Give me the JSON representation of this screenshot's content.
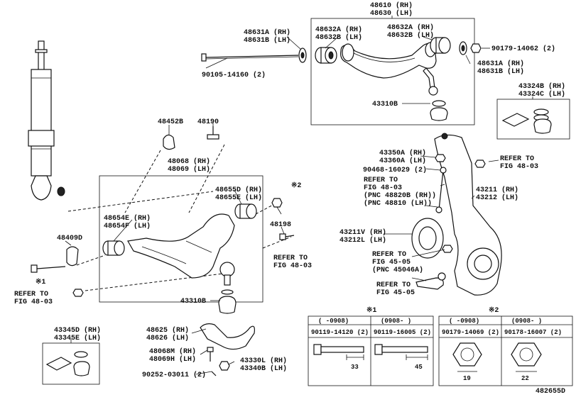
{
  "labels": {
    "p48610": "48610 (RH)",
    "p48630": "48630 (LH)",
    "p48631a_tl": "48631A (RH)",
    "p48631b_tl": "48631B (LH)",
    "p48632a_l": "48632A (RH)",
    "p48632b_l": "48632B (LH)",
    "p48632a_r": "48632A (RH)",
    "p48632b_r": "48632B (LH)",
    "p90179_14062": "90179-14062 (2)",
    "p48631a_r": "48631A (RH)",
    "p48631b_r": "48631B (LH)",
    "p90105_14160": "90105-14160 (2)",
    "p43310b_top": "43310B",
    "p43324b": "43324B (RH)",
    "p43324c": "43324C (LH)",
    "p48452b": "48452B",
    "p48190": "48190",
    "p48068": "48068 (RH)",
    "p48069": "48069 (LH)",
    "p43350a": "43350A (RH)",
    "p43360a": "43360A (LH)",
    "p90468": "90468-16029 (2)",
    "ref_fig_48_03_a1": "REFER TO",
    "ref_fig_48_03_a2": "FIG 48-03",
    "ref_fig_48_03_b1": "REFER TO",
    "ref_fig_48_03_b2": "FIG 48-03",
    "pnc_48820b": "(PNC 48820B (RH))",
    "pnc_48810": "(PNC 48810 (LH))",
    "p43211": "43211 (RH)",
    "p43212": "43212 (LH)",
    "p48655d": "48655D (RH)",
    "p48655e": "48655E (LH)",
    "mark2_small": "※2",
    "p48654e": "48654E (RH)",
    "p48654f": "48654F (LH)",
    "p48198": "48198",
    "p48409d": "48409D",
    "ref_fig_48_03_c1": "REFER TO",
    "ref_fig_48_03_c2": "FIG 48-03",
    "mark1_small": "※1",
    "ref_fig_48_03_d1": "REFER TO",
    "ref_fig_48_03_d2": "FIG 48-03",
    "p43211v": "43211V (RH)",
    "p43212l": "43212L (LH)",
    "ref_fig_45_05_a1": "REFER TO",
    "ref_fig_45_05_a2": "FIG 45-05",
    "pnc_45046a": "(PNC 45046A)",
    "ref_fig_45_05_b1": "REFER TO",
    "ref_fig_45_05_b2": "FIG 45-05",
    "p43310b_low": "43310B",
    "p43345d": "43345D (RH)",
    "p43345e": "43345E (LH)",
    "p48625": "48625 (RH)",
    "p48626": "48626 (LH)",
    "p48068m": "48068M (RH)",
    "p48069h": "48069H (LH)",
    "p43330l": "43330L (RH)",
    "p43340b": "43340B (LH)",
    "p90252": "90252-03011 (2)",
    "illustration_code": "482655D"
  },
  "table1": {
    "mark": "※1",
    "col1_header": "( -0908)",
    "col2_header": "(0908- )",
    "col1_part": "90119-14120 (2)",
    "col2_part": "90119-16005 (2)",
    "col1_dim": "33",
    "col2_dim": "45"
  },
  "table2": {
    "mark": "※2",
    "col1_header": "( -0908)",
    "col2_header": "(0908- )",
    "col1_part": "90179-14069 (2)",
    "col2_part": "90178-16007 (2)",
    "col1_dim": "19",
    "col2_dim": "22"
  }
}
